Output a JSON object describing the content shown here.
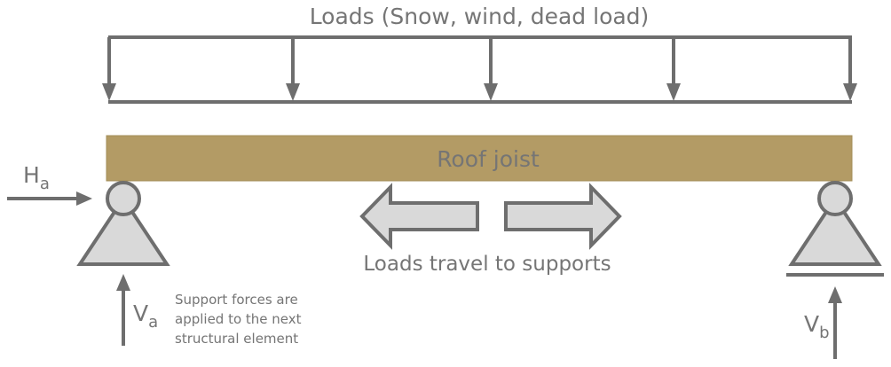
{
  "loads": {
    "title": "Loads (Snow, wind, dead load)",
    "arrow_count": 5
  },
  "joist": {
    "label": "Roof joist",
    "color": "#b39b65"
  },
  "travel_label": "Loads travel to supports",
  "support_note": {
    "lines": [
      "Support forces are",
      "applied to the next",
      "structural element"
    ]
  },
  "forces": {
    "ha": {
      "main": "H",
      "sub": "a"
    },
    "va": {
      "main": "V",
      "sub": "a"
    },
    "vb": {
      "main": "V",
      "sub": "b"
    }
  },
  "colors": {
    "line": "#6e6e6e",
    "fill": "#d9d9d9",
    "text": "#757575"
  }
}
